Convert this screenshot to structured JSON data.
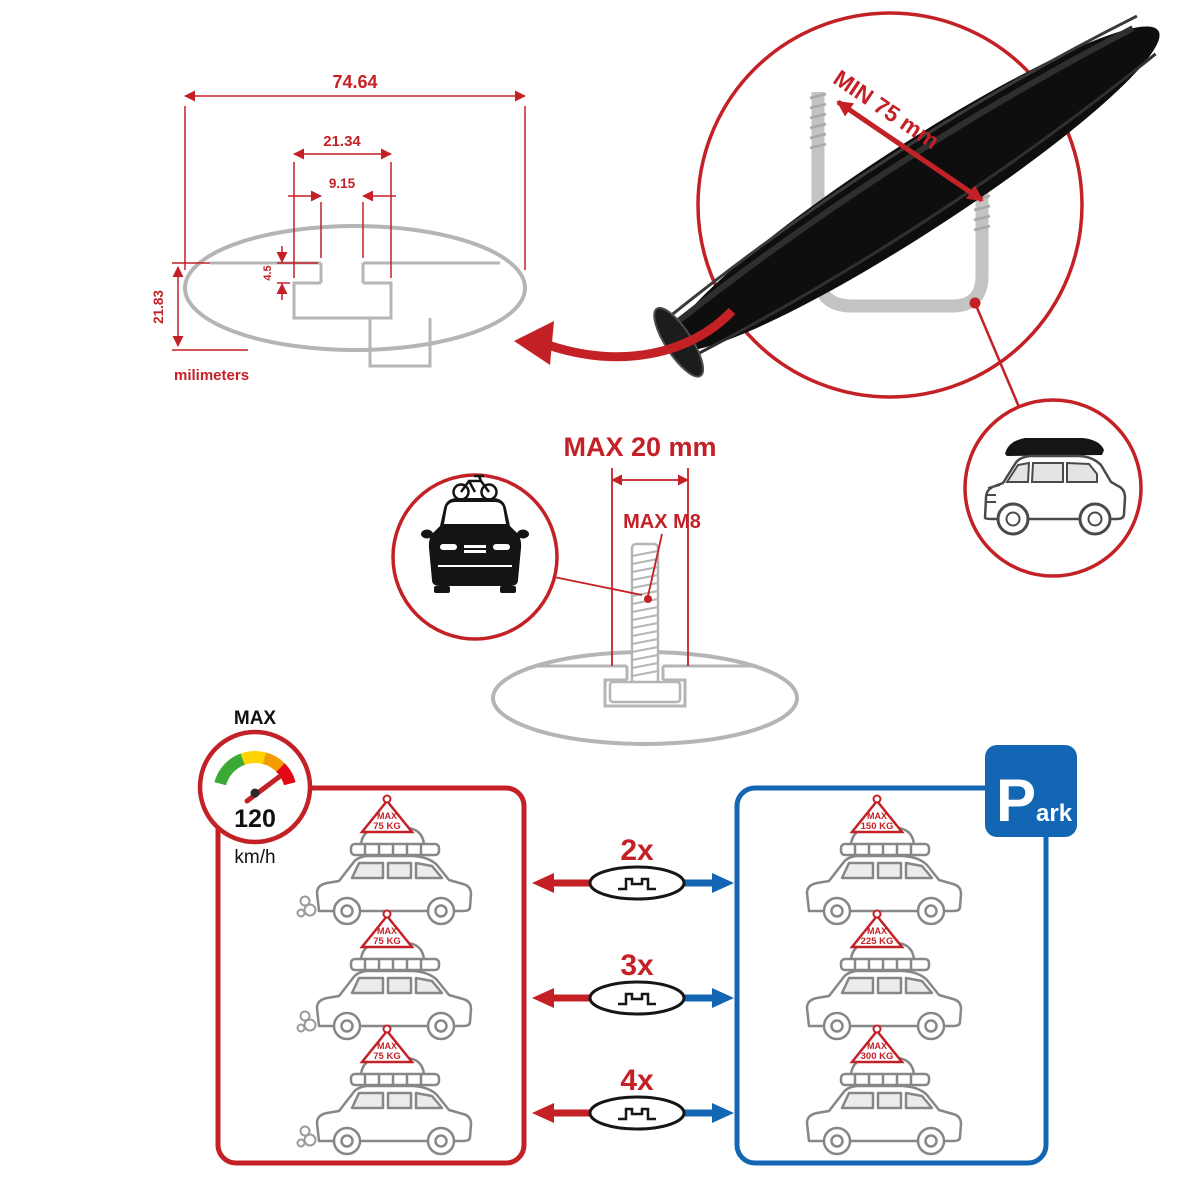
{
  "colors": {
    "accent_red": "#c42127",
    "accent_blue": "#1266b4",
    "line_gray": "#b5b5b5",
    "bar_black": "#0e0e0e",
    "gauge_green": "#3aaa35",
    "gauge_yellow": "#ffd400",
    "gauge_orange": "#f59c00",
    "gauge_red": "#e30613"
  },
  "cross_section": {
    "total_width": "74.64",
    "slot_width": "21.34",
    "opening_width": "9.15",
    "lip_depth": "4.5",
    "height": "21.83",
    "units": "milimeters"
  },
  "bar_detail": {
    "min_clearance": "MIN 75 mm"
  },
  "bolt_detail": {
    "max_length": "MAX 20 mm",
    "max_thread": "MAX M8"
  },
  "speedometer": {
    "label": "MAX",
    "value": "120",
    "units": "km/h"
  },
  "park_sign": {
    "initial": "P",
    "rest": "ark"
  },
  "load_rows": [
    {
      "multiplier": "2x",
      "per_bar_label": "MAX",
      "per_bar_kg": "75 KG",
      "total_label": "MAX",
      "total_kg": "150 KG"
    },
    {
      "multiplier": "3x",
      "per_bar_label": "MAX",
      "per_bar_kg": "75 KG",
      "total_label": "MAX",
      "total_kg": "225 KG"
    },
    {
      "multiplier": "4x",
      "per_bar_label": "MAX",
      "per_bar_kg": "75 KG",
      "total_label": "MAX",
      "total_kg": "300 KG"
    }
  ]
}
